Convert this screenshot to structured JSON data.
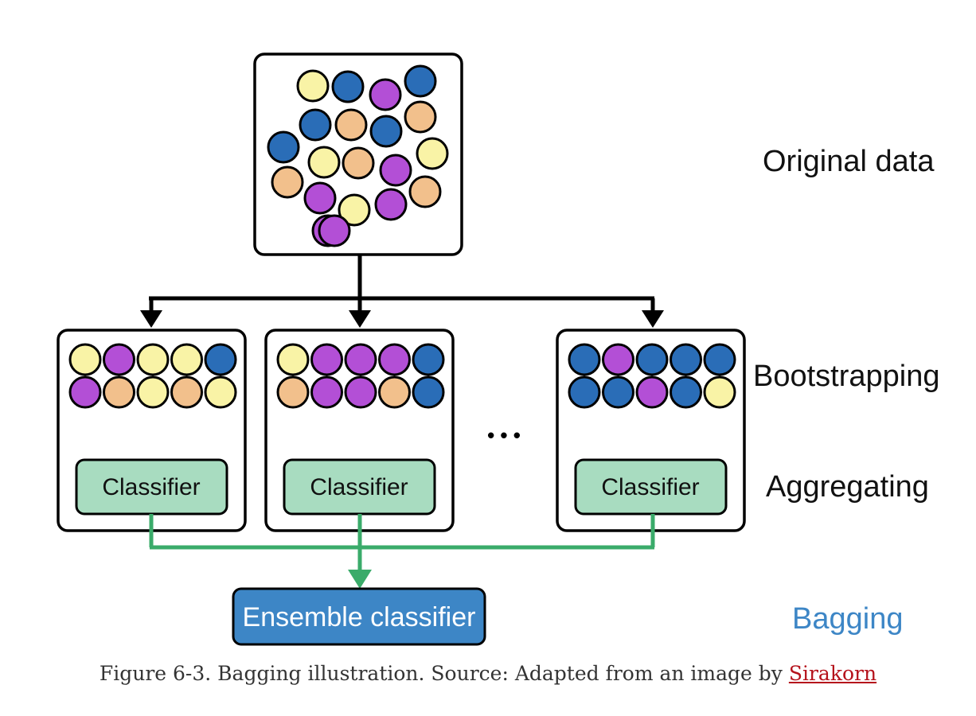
{
  "labels": {
    "original_data": "Original data",
    "bootstrapping": "Bootstrapping",
    "aggregating": "Aggregating",
    "bagging": "Bagging",
    "ensemble": "Ensemble classifier",
    "classifier": "Classifier",
    "ellipsis": "• • •"
  },
  "caption": {
    "text": "Figure 6-3. Bagging illustration. Source: Adapted from an image by ",
    "link": "Sirakorn"
  },
  "colors": {
    "yellow": "#f9f3a6",
    "purple": "#b34fd6",
    "orange": "#f2c08c",
    "blue": "#2a6db7",
    "classifier_fill": "#a8dcc0",
    "ensemble_fill": "#3d86c6",
    "green_line": "#3aab6a",
    "bagging_text": "#3d86c6"
  },
  "original_data_balls": [
    "yellow",
    "blue",
    "purple",
    "blue",
    "blue",
    "orange",
    "blue",
    "orange",
    "blue",
    "yellow",
    "orange",
    "purple",
    "yellow",
    "orange",
    "purple",
    "yellow",
    "purple",
    "orange",
    "purple",
    "purple"
  ],
  "bootstrap_samples": [
    {
      "row1": [
        "yellow",
        "purple",
        "yellow",
        "yellow",
        "blue"
      ],
      "row2": [
        "purple",
        "orange",
        "yellow",
        "orange",
        "yellow"
      ]
    },
    {
      "row1": [
        "yellow",
        "purple",
        "purple",
        "purple",
        "blue"
      ],
      "row2": [
        "orange",
        "purple",
        "purple",
        "orange",
        "blue"
      ]
    },
    {
      "row1": [
        "blue",
        "purple",
        "blue",
        "blue",
        "blue"
      ],
      "row2": [
        "blue",
        "blue",
        "purple",
        "blue",
        "yellow"
      ]
    }
  ]
}
